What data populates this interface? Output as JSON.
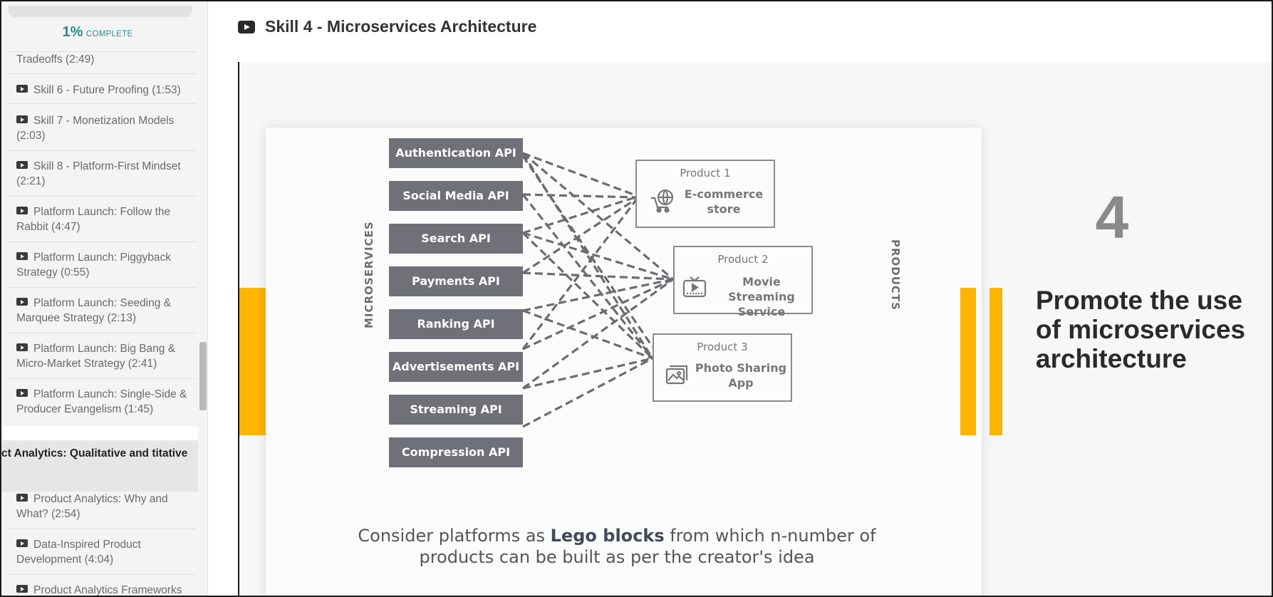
{
  "sidebar": {
    "progress_pct": "1%",
    "progress_label": "COMPLETE",
    "items": [
      {
        "label": "Tradeoffs (2:49)"
      },
      {
        "label": "Skill 6 - Future Proofing (1:53)"
      },
      {
        "label": "Skill 7 - Monetization Models (2:03)"
      },
      {
        "label": "Skill 8 - Platform-First Mindset (2:21)"
      },
      {
        "label": "Platform Launch: Follow the Rabbit (4:47)"
      },
      {
        "label": "Platform Launch: Piggyback Strategy (0:55)"
      },
      {
        "label": "Platform Launch: Seeding & Marquee Strategy (2:13)"
      },
      {
        "label": "Platform Launch: Big Bang & Micro-Market Strategy (2:41)"
      },
      {
        "label": "Platform Launch: Single-Side & Producer Evangelism (1:45)"
      }
    ],
    "section_title": "ct Analytics: Qualitative and titative",
    "section_items": [
      {
        "label": "Product Analytics: Why and What? (2:54)"
      },
      {
        "label": "Data-Inspired Product Development (4:04)"
      },
      {
        "label": "Product Analytics Frameworks"
      }
    ]
  },
  "header": {
    "title": "Skill 4 - Microservices Architecture"
  },
  "slide": {
    "apis": [
      "Authentication API",
      "Social Media API",
      "Search API",
      "Payments API",
      "Ranking API",
      "Advertisements API",
      "Streaming API",
      "Compression API"
    ],
    "products": [
      {
        "num": "Product 1",
        "name_line1": "E-commerce",
        "name_line2": "store",
        "icon": "shopping-cart-globe-icon"
      },
      {
        "num": "Product 2",
        "name_line1": "Movie Streaming",
        "name_line2": "Service",
        "icon": "video-player-icon"
      },
      {
        "num": "Product 3",
        "name_line1": "Photo Sharing",
        "name_line2": "App",
        "icon": "photo-gallery-icon"
      }
    ],
    "left_label": "MICROSERVICES",
    "right_label": "PRODUCTS",
    "caption_pre": "Consider platforms as ",
    "caption_bold": "Lego blocks",
    "caption_post": " from which n-number of",
    "caption_line2": "products can be built as per the creator's idea",
    "skill_number": "4",
    "promo_text": "Promote the use of microservices architecture",
    "accent_color": "#ffb400"
  }
}
